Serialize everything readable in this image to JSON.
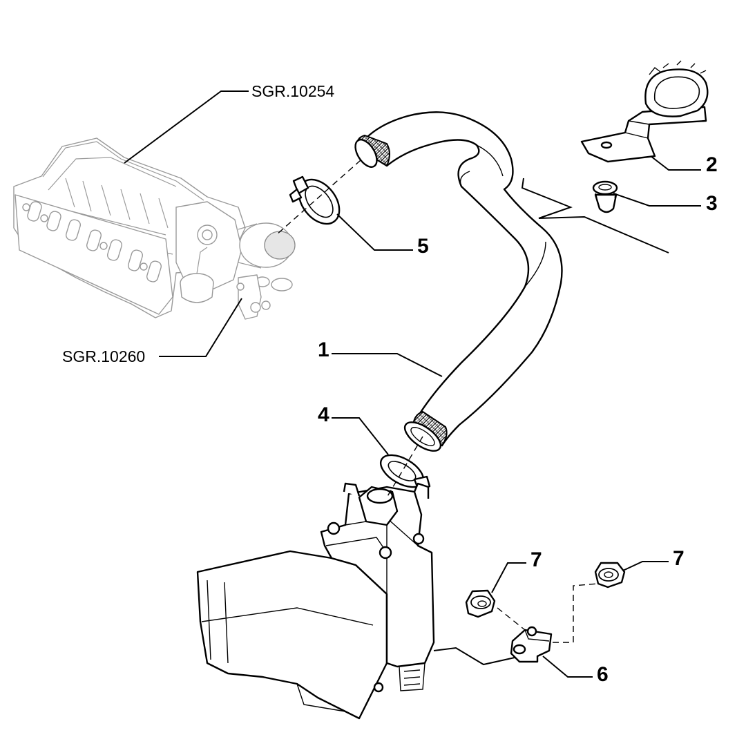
{
  "references": {
    "intake_manifold": "SGR.10254",
    "turbo_assembly": "SGR.10260"
  },
  "callouts": {
    "hose": "1",
    "bracket": "2",
    "grommet": "3",
    "clamp_lower": "4",
    "clamp_upper": "5",
    "support_clip": "6",
    "nut_left": "7",
    "nut_right": "7"
  }
}
